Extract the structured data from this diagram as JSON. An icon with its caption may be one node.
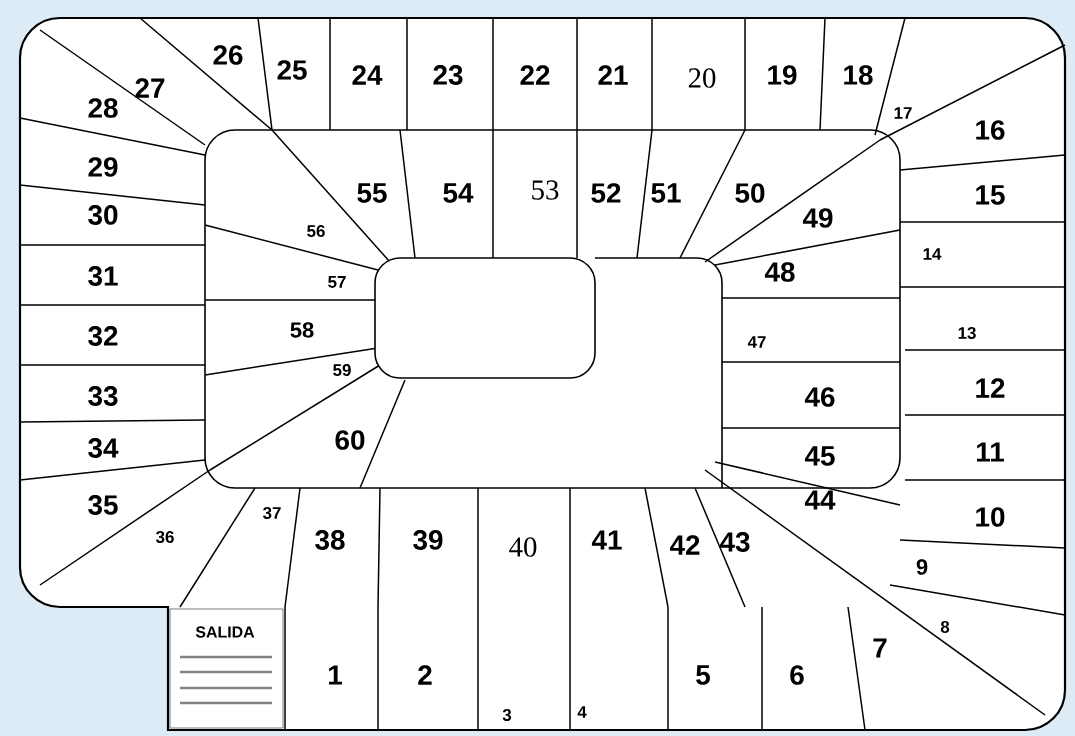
{
  "diagram": {
    "labels": [
      "SALIDA",
      "1",
      "2",
      "3",
      "4",
      "5",
      "6",
      "7",
      "8",
      "9",
      "10",
      "11",
      "12",
      "13",
      "14",
      "15",
      "16",
      "17",
      "18",
      "19",
      "20",
      "21",
      "22",
      "23",
      "24",
      "25",
      "26",
      "27",
      "28",
      "29",
      "30",
      "31",
      "32",
      "33",
      "34",
      "35",
      "36",
      "37",
      "38",
      "39",
      "40",
      "41",
      "42",
      "43",
      "44",
      "45",
      "46",
      "47",
      "48",
      "49",
      "50",
      "51",
      "52",
      "53",
      "54",
      "55",
      "56",
      "57",
      "58",
      "59",
      "60"
    ]
  }
}
